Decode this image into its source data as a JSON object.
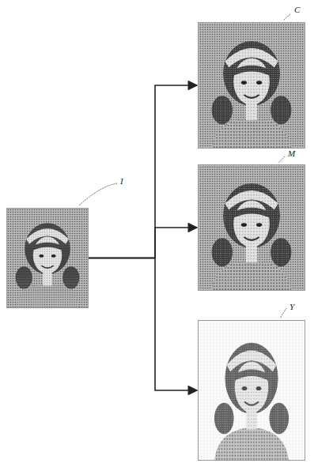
{
  "diagram": {
    "nodes": [
      {
        "text": [
          "I"
        ]
      },
      {
        "text": [
          "C"
        ]
      },
      {
        "text": [
          "M"
        ]
      },
      {
        "text": [
          "Y"
        ]
      }
    ],
    "edges": [
      {
        "from": 0,
        "to": 1,
        "arrow": "to"
      },
      {
        "from": 0,
        "to": 2,
        "arrow": "to"
      },
      {
        "from": 0,
        "to": 3,
        "arrow": "to"
      }
    ]
  }
}
